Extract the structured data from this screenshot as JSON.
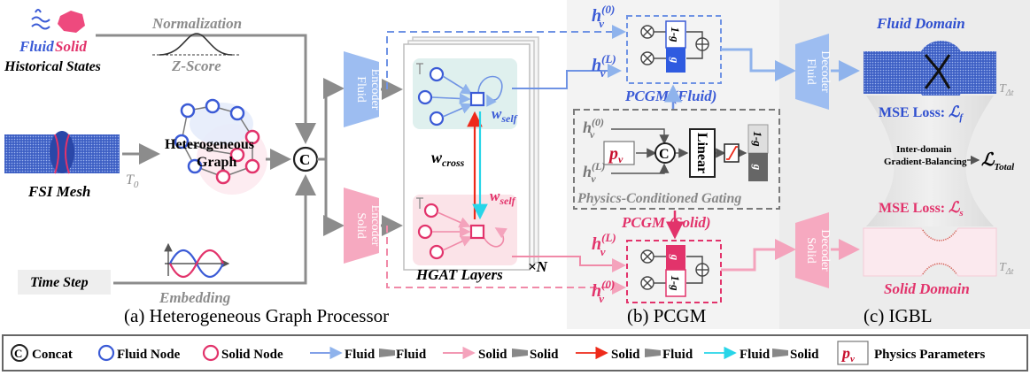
{
  "panel_a": {
    "fluid_label": "Fluid",
    "solid_label": "Solid",
    "historical_states": "Historical States",
    "normalization": "Normalization",
    "zscore": "Z-Score",
    "fsi_mesh": "FSI Mesh",
    "t0": "T",
    "t0_sub": "0",
    "hetero_line1": "Heterogeneous",
    "hetero_line2": "Graph",
    "concat_symbol": "C",
    "time_step": "Time Step",
    "embedding": "Embedding",
    "fluid_encoder_1": "Fluid",
    "fluid_encoder_2": "Encoder",
    "solid_encoder_1": "Solid",
    "solid_encoder_2": "Encoder",
    "w_self": "w",
    "w_self_sub": "self",
    "w_cross": "w",
    "w_cross_sub": "cross",
    "hgat_layers": "HGAT Layers",
    "times_n": "×N",
    "caption": "(a) Heterogeneous Graph Processor"
  },
  "panel_b": {
    "h": "h",
    "sup0": "(0)",
    "supL": "(L)",
    "sub_v": "v",
    "one_minus_g": "1-g",
    "g": "g",
    "pcgm_fluid": "PCGM (Fluid)",
    "pcgm_solid": "PCGM (Solid)",
    "p": "p",
    "linear": "Linear",
    "gating_label": "Physics-Conditioned   Gating",
    "caption": "(b) PCGM"
  },
  "panel_c": {
    "fluid_decoder_1": "Fluid",
    "fluid_decoder_2": "Decoder",
    "solid_decoder_1": "Solid",
    "solid_decoder_2": "Decoder",
    "fluid_domain": "Fluid Domain",
    "solid_domain": "Solid Domain",
    "t_dt": "T",
    "t_dt_sub": "Δt",
    "mse_loss": "MSE Loss: ",
    "l": "ℒ",
    "sub_f": "f",
    "sub_s": "s",
    "inter_domain_1": "Inter-domain",
    "inter_domain_2": "Gradient-Balancing",
    "total_sub": "Total",
    "caption": "(c) IGBL"
  },
  "legend": {
    "concat": "Concat",
    "fluid_node": "Fluid Node",
    "solid_node": "Solid Node",
    "fluid": "Fluid",
    "solid": "Solid",
    "physics_parameters": "Physics Parameters",
    "pv": "p",
    "pv_sub": "v"
  },
  "colors": {
    "fluid": "#3b5bd6",
    "fluid_light": "#8fb3ec",
    "solid": "#e2336b",
    "solid_light": "#f4a3bc",
    "red": "#ee2a1a",
    "cyan": "#27d5e8",
    "gray": "#8c8c8c"
  }
}
